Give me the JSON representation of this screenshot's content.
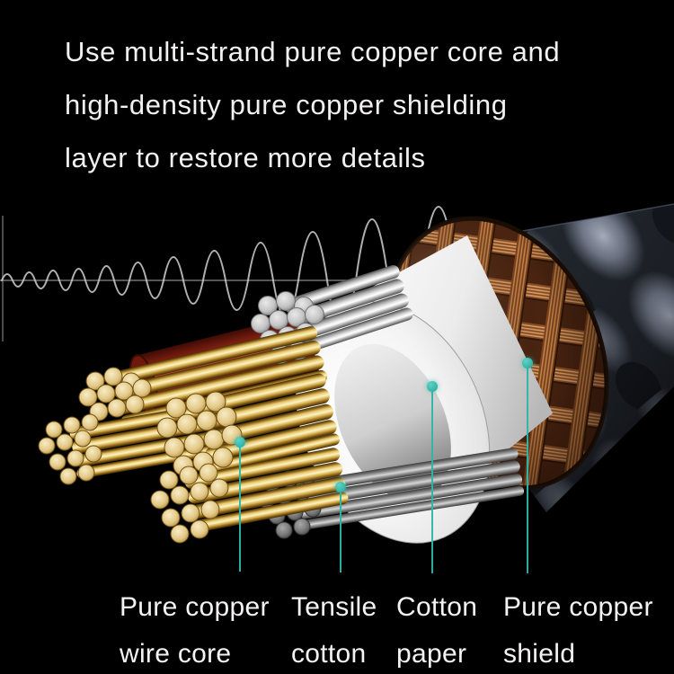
{
  "heading": {
    "lines": [
      "Use multi-strand pure copper core and",
      "high-density pure copper shielding",
      "layer to restore more details"
    ]
  },
  "callouts": [
    {
      "id": "pure-copper-wire-core",
      "lines": [
        "Pure copper",
        "wire core"
      ]
    },
    {
      "id": "tensile-cotton",
      "lines": [
        "Tensile",
        "cotton"
      ]
    },
    {
      "id": "cotton-paper",
      "lines": [
        "Cotton",
        "paper"
      ]
    },
    {
      "id": "pure-copper-shield",
      "lines": [
        "Pure copper",
        "shield"
      ]
    }
  ],
  "illustration": {
    "type": "cable-cutaway-render",
    "parts": [
      "sound-wave-graphic",
      "braided-fabric-jacket",
      "copper-shield-braid",
      "cotton-paper-layer",
      "tensile-cotton-strands",
      "red-inner-insulation",
      "pure-copper-wire-cores"
    ]
  },
  "colors": {
    "background": "#000000",
    "text": "#f2f0f0",
    "accent_teal": "#2eb5a8",
    "copper_gold": "#d8b253",
    "copper_braid": "#b06a38",
    "insulation_red": "#a83420",
    "paper_white": "#f4f4f4",
    "jacket_denim": "#262b33",
    "jacket_patch": "#b3bcd2"
  }
}
